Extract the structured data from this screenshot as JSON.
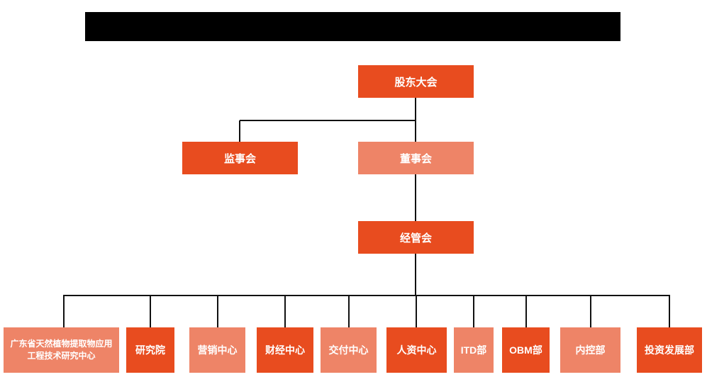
{
  "colors": {
    "primary_orange": "#e84c1f",
    "light_orange": "#ee8467",
    "connector_line": "#111111",
    "text": "#ffffff"
  },
  "org_chart": {
    "level1": {
      "label": "股东大会",
      "color": "#e84c1f"
    },
    "level2": [
      {
        "label": "监事会",
        "color": "#e84c1f"
      },
      {
        "label": "董事会",
        "color": "#ee8467"
      }
    ],
    "level3": {
      "label": "经管会",
      "color": "#e84c1f"
    },
    "level4": [
      {
        "label": "广东省天然植物提取物应用工程技术研究中心",
        "color": "#ee8467"
      },
      {
        "label": "研究院",
        "color": "#e84c1f"
      },
      {
        "label": "营销中心",
        "color": "#ee8467"
      },
      {
        "label": "财经中心",
        "color": "#e84c1f"
      },
      {
        "label": "交付中心",
        "color": "#ee8467"
      },
      {
        "label": "人资中心",
        "color": "#e84c1f"
      },
      {
        "label": "ITD部",
        "color": "#ee8467"
      },
      {
        "label": "OBM部",
        "color": "#e84c1f"
      },
      {
        "label": "内控部",
        "color": "#ee8467"
      },
      {
        "label": "投资发展部",
        "color": "#e84c1f"
      }
    ]
  }
}
